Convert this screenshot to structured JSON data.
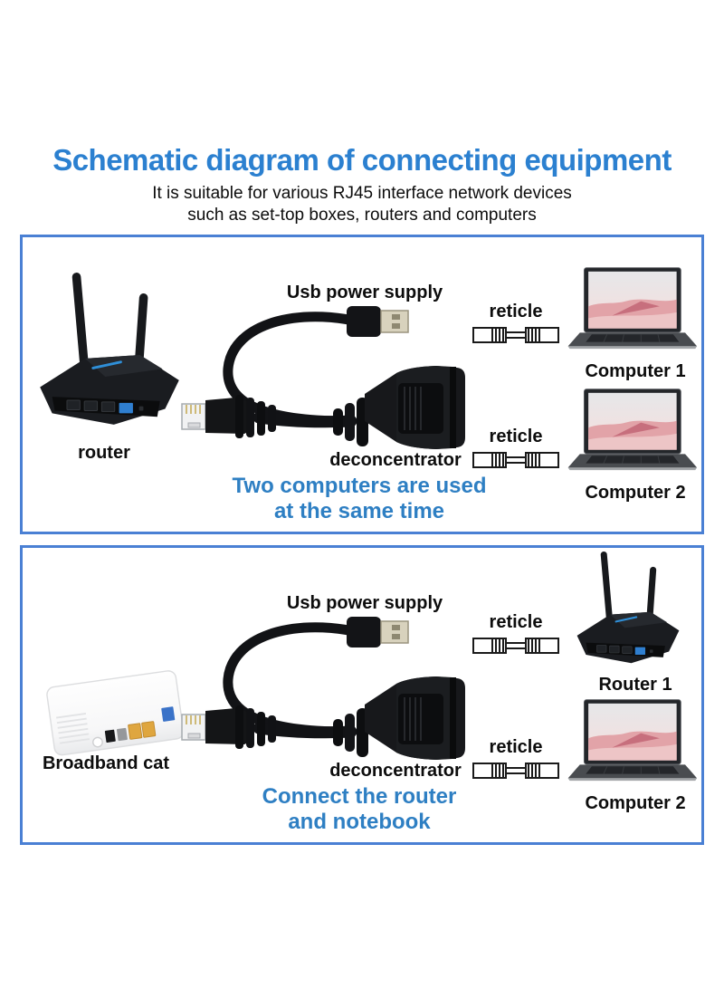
{
  "header": {
    "title": "Schematic diagram of connecting equipment",
    "subtitle_line1": "It is suitable for various RJ45 interface network devices",
    "subtitle_line2": "such as set-top boxes, routers and computers"
  },
  "colors": {
    "title_blue": "#2b80d0",
    "caption_blue": "#2e7fc3",
    "panel_border": "#4a80d4"
  },
  "icons": {
    "router": "wireless-router",
    "laptop": "laptop-computer",
    "modem": "broadband-modem",
    "splitter": "rj45-usb-splitter-cable",
    "coupler": "rj45-coupler"
  },
  "panel1": {
    "source_label": "router",
    "usb_label": "Usb power supply",
    "splitter_label": "deconcentrator",
    "reticle1_label": "reticle",
    "reticle2_label": "reticle",
    "device1_label": "Computer 1",
    "device2_label": "Computer 2",
    "caption_line1": "Two computers are used",
    "caption_line2": "at the same time"
  },
  "panel2": {
    "source_label": "Broadband cat",
    "usb_label": "Usb power supply",
    "splitter_label": "deconcentrator",
    "reticle1_label": "reticle",
    "reticle2_label": "reticle",
    "device1_label": "Router 1",
    "device2_label": "Computer 2",
    "caption_line1": "Connect the router",
    "caption_line2": "and notebook"
  }
}
